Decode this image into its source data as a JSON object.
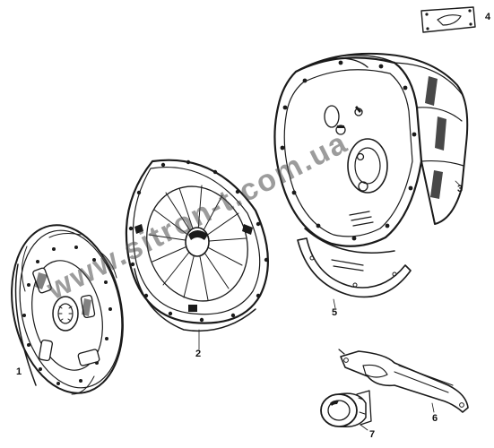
{
  "diagram": {
    "type": "exploded-parts-view",
    "parts": [
      {
        "id": "clutch-disc",
        "number": "1"
      },
      {
        "id": "pressure-plate",
        "number": "2"
      },
      {
        "id": "clutch-housing",
        "number": "3"
      },
      {
        "id": "gasket-plate",
        "number": "4"
      },
      {
        "id": "cover-plate",
        "number": "5"
      },
      {
        "id": "release-fork",
        "number": "6"
      },
      {
        "id": "release-bearing",
        "number": "7"
      }
    ]
  },
  "watermark": {
    "text": "www.sitron-t.com.ua"
  }
}
